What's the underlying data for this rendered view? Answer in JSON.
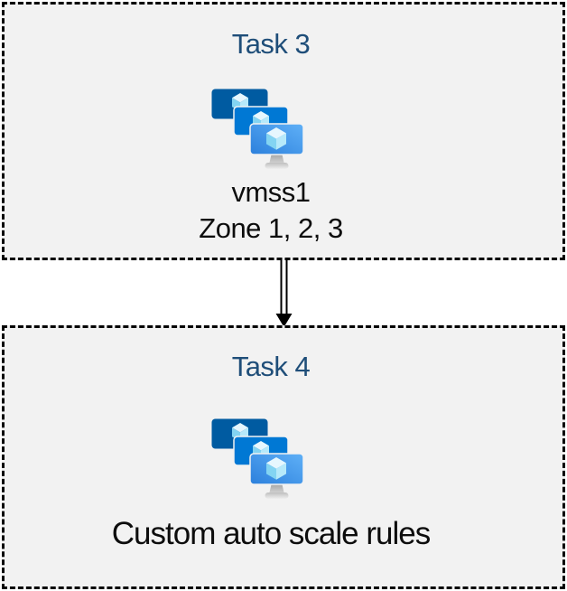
{
  "page": {
    "background_color": "#FFFFFF",
    "box_fill_color": "#F2F2F2",
    "box_border_color": "#000000",
    "box_border_style": "dashed"
  },
  "text_colors": {
    "title": "#1F4E79",
    "body": "#0D0D0D"
  },
  "top_box": {
    "title": "Task 3",
    "label_line1": "vmss1",
    "label_line2": "Zone 1, 2, 3",
    "icon": "vm-scale-sets-icon"
  },
  "bottom_box": {
    "title": "Task 4",
    "label": "Custom auto scale rules",
    "icon": "vm-scale-sets-icon"
  },
  "connector": {
    "type": "double-line-arrow",
    "direction": "down",
    "color": "#000000"
  },
  "icon_colors": {
    "monitor_back": "#005BA1",
    "monitor_middle": "#0078D4",
    "monitor_front_gradient_start": "#2C80DC",
    "monitor_front_gradient_end": "#5FB0F7",
    "cube_top": "#E6F7FE",
    "cube_left": "#83D4F2",
    "cube_right": "#B6E9FA",
    "stand_dark": "#9E9E9E",
    "stand_light": "#EFEFEF"
  }
}
